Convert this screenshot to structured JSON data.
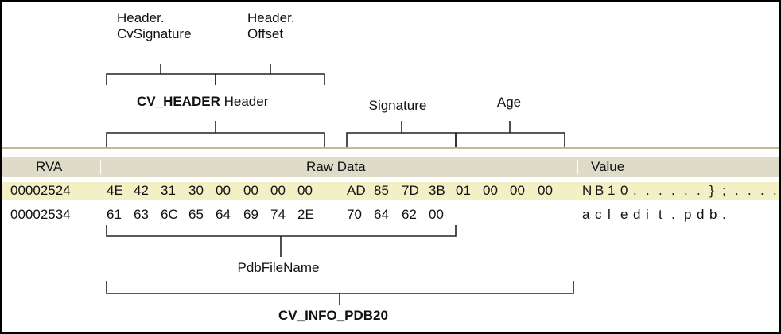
{
  "labels": {
    "cv_signature_1": "Header.",
    "cv_signature_2": "CvSignature",
    "offset_1": "Header.",
    "offset_2": "Offset",
    "cv_header_type": "CV_HEADER",
    "cv_header_name": "Header",
    "signature": "Signature",
    "age": "Age",
    "pdb_file_name": "PdbFileName",
    "cv_info": "CV_INFO_PDB20"
  },
  "table": {
    "columns": [
      "RVA",
      "Raw Data",
      "Value"
    ],
    "rows": [
      {
        "rva": "00002524",
        "bytes": [
          "4E",
          "42",
          "31",
          "30",
          "00",
          "00",
          "00",
          "00",
          "AD",
          "85",
          "7D",
          "3B",
          "01",
          "00",
          "00",
          "00"
        ],
        "value": [
          "N",
          "B",
          "1",
          "0",
          ".",
          ".",
          ".",
          ".",
          ".",
          ".",
          "}",
          ";",
          ".",
          ".",
          ".",
          "."
        ],
        "highlighted": true
      },
      {
        "rva": "00002534",
        "bytes": [
          "61",
          "63",
          "6C",
          "65",
          "64",
          "69",
          "74",
          "2E",
          "70",
          "64",
          "62",
          "00"
        ],
        "value": [
          "a",
          "c",
          "l",
          "e",
          "d",
          "i",
          "t",
          ".",
          "p",
          "d",
          "b",
          "."
        ],
        "highlighted": false
      }
    ]
  },
  "colors": {
    "header_bg": "#dedcc8",
    "highlight_bg": "#f3f0c5",
    "rule": "#c8c5a8"
  }
}
